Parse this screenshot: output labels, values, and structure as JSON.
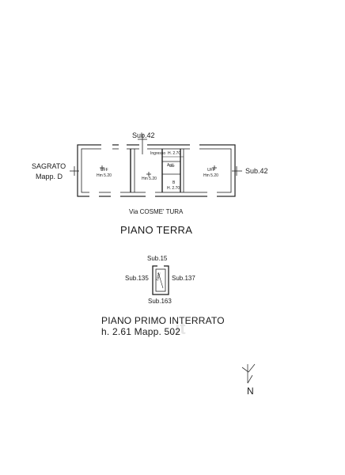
{
  "ground_floor": {
    "sub_top": "Sub.42",
    "sub_right": "Sub.42",
    "sagrato_line1": "SAGRATO",
    "sagrato_line2": "Mapp. D",
    "room_left_name": "UFF",
    "room_left_h": "Hm 5.20",
    "room_mid_h": "Hm 5.20",
    "ingresso": "Ingresso",
    "ingresso_h": "H. 2.70",
    "antibagno": "Anti.",
    "bagno": "B",
    "bagno_h": "H. 2.70",
    "room_right_name": "UFF",
    "room_right_h": "Hm 5.20",
    "street": "Via COSME' TURA",
    "floor_label": "PIANO TERRA"
  },
  "basement": {
    "sub_top": "Sub.15",
    "sub_left": "Sub.135",
    "sub_right": "Sub.137",
    "sub_bottom": "Sub.163",
    "cellar_label": "cant.",
    "floor_label": "PIANO PRIMO INTERRATO",
    "floor_detail": "h. 2.61 Mapp. 502"
  },
  "north_label": "N"
}
